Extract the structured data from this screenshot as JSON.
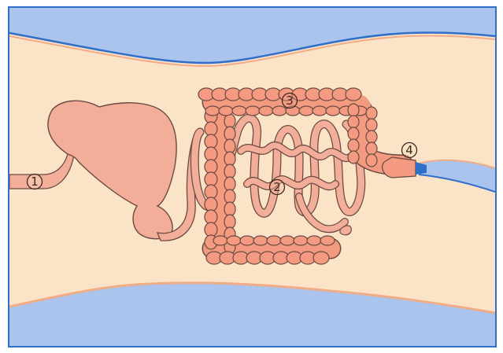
{
  "diagram": {
    "labels": [
      {
        "id": "esophagus",
        "text": "1"
      },
      {
        "id": "small-intestine",
        "text": "2"
      },
      {
        "id": "large-intestine",
        "text": "3"
      },
      {
        "id": "rectum",
        "text": "4"
      }
    ],
    "colors": {
      "frame": "#2f6fc9",
      "water": "#aac4ee",
      "body": "#fbe3c7",
      "body_edge": "#f0ac86",
      "organ": "#f3ae9a",
      "colon": "#f39a80",
      "outline": "#6b4a42",
      "vessel": "#2f6fc9"
    }
  }
}
